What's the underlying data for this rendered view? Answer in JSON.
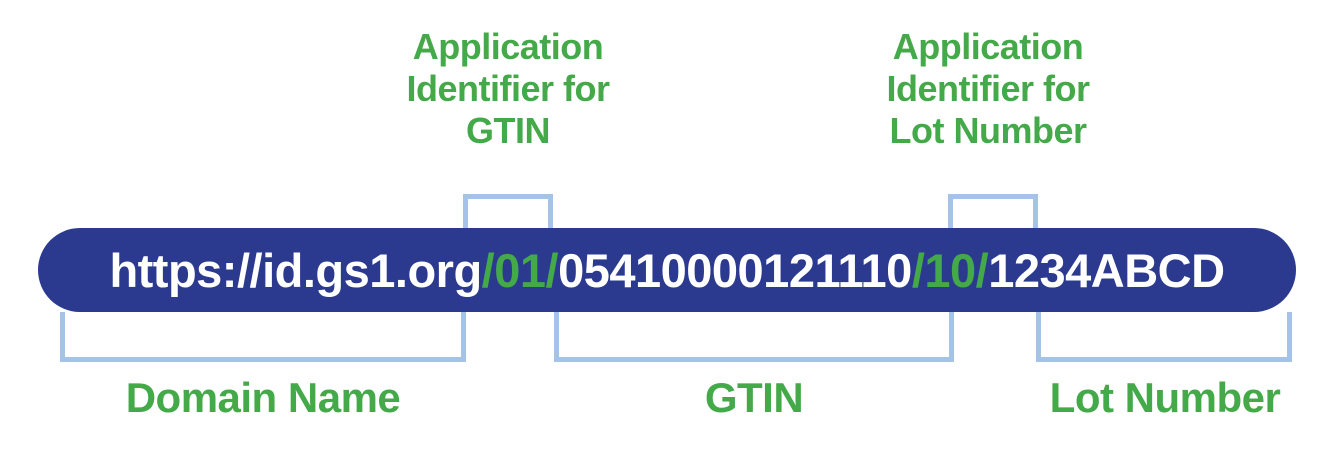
{
  "colors": {
    "pill": "#2b3a8f",
    "green": "#44a948",
    "bracket": "#a4c3e6"
  },
  "url_bar": {
    "domain": "https://id.gs1.org",
    "gtin_ai": "/01/",
    "gtin": "05410000121110",
    "lot_ai": "/10/",
    "lot": "1234ABCD"
  },
  "top_labels": {
    "gtin_ai": "Application\nIdentifier for\nGTIN",
    "lot_ai": "Application\nIdentifier for\nLot Number"
  },
  "bottom_labels": {
    "domain": "Domain Name",
    "gtin": "GTIN",
    "lot": "Lot Number"
  }
}
